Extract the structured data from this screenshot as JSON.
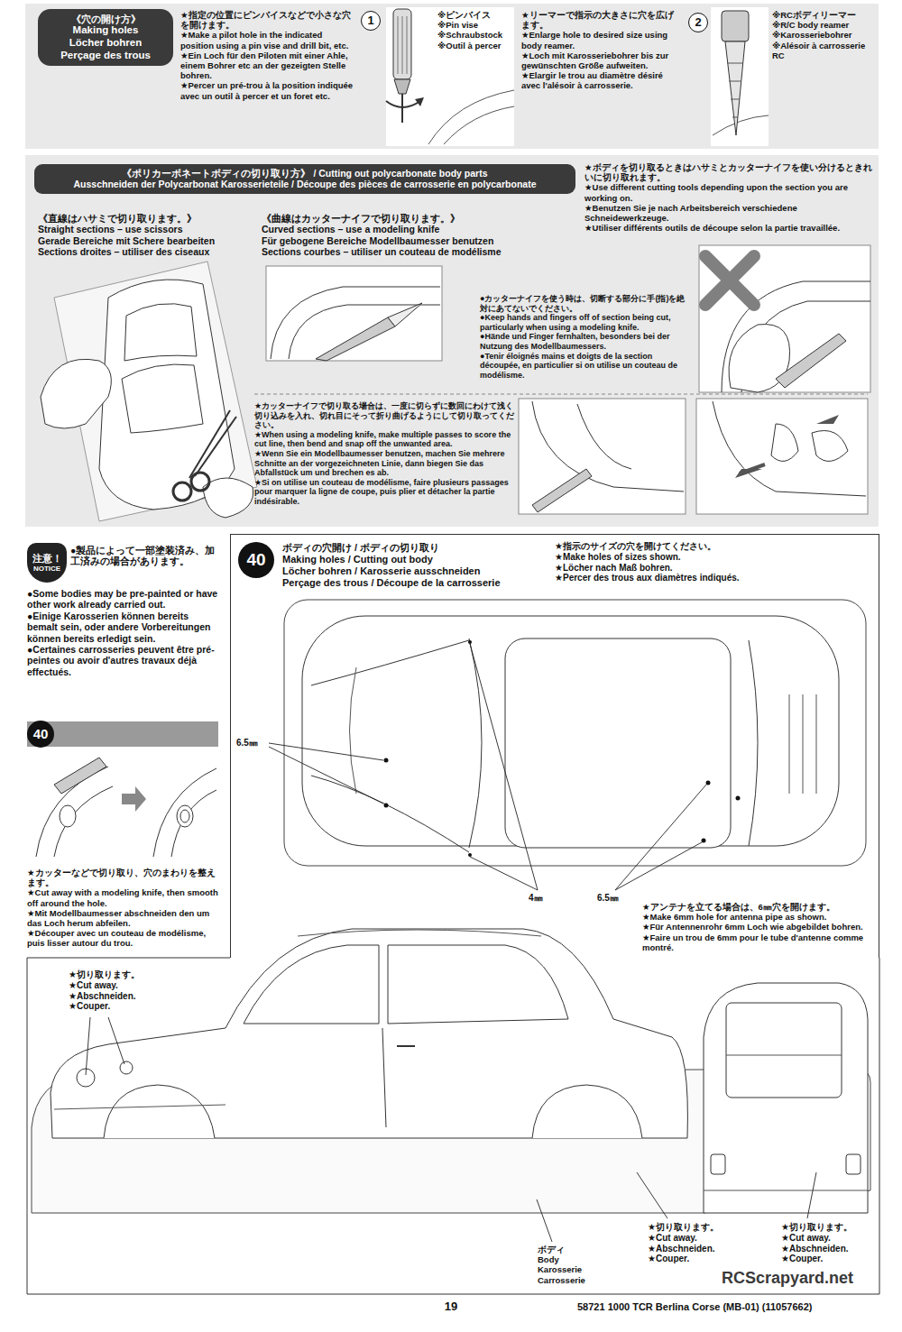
{
  "diagram": {
    "nodes": [
      {
        "text": [
          "《穴の開け方》",
          "Making holes",
          "Löcher bohren",
          "Perçage des trous"
        ]
      },
      {
        "text": [
          "1"
        ]
      },
      {
        "text": [
          "2"
        ]
      },
      {
        "text": [
          "《ポリカーボネートボディの切り取り方》 / Cutting out polycarbonate body parts",
          "Ausschneiden der Polycarbonat Karosserieteile / Découpe des pièces de carrosserie en polycarbonate"
        ]
      },
      {
        "text": [
          "注意！",
          "NOTICE"
        ]
      },
      {
        "text": [
          "40"
        ]
      },
      {
        "text": [
          "ボディの穴開け / ボディの切り取り",
          "Making holes / Cutting out body",
          "Löcher bohren / Karosserie ausschneiden",
          "Perçage des trous / Découpe de la carrosserie"
        ]
      },
      {
        "text": [
          "40"
        ],
        "in": 6
      }
    ],
    "labels": [
      "★指定の位置にピンバイスなどで小さな穴を開けます。",
      "★Make a pilot hole in the indicated position using a pin vise and drill bit, etc.",
      "★Ein Loch für den Piloten mit einer Ahle, einem Bohrer etc an der gezeigten Stelle bohren.",
      "★Percer un pré-trou à la position indiquée avec un outil à percer et un foret etc.",
      "※ピンバイス",
      "※Pin vise",
      "※Schraubstock",
      "※Outil à percer",
      "★リーマーで指示の大きさに穴を広げます。",
      "★Enlarge hole to desired size using body reamer.",
      "★Loch mit Karosseriebohrer bis zur gewünschten Größe aufweiten.",
      "★Elargir le trou au diamètre désiré avec l'alésoir à carrosserie.",
      "※RCボディリーマー",
      "※R/C body reamer",
      "※Karosseriebohrer",
      "※Alésoir à carrosserie RC",
      "★ボディを切り取るときはハサミとカッターナイフを使い分けるときれいに切り取れます。",
      "★Use different cutting tools depending upon the section you are working on.",
      "★Benutzen Sie je nach Arbeitsbereich verschiedene Schneidewerkzeuge.",
      "★Utiliser différents outils de découpe selon la partie travaillée.",
      "《直線はハサミで切り取ります。》",
      "Straight sections – use scissors",
      "Gerade Bereiche mit Schere bearbeiten",
      "Sections droites – utiliser des ciseaux",
      "《曲線はカッターナイフで切り取ります。》",
      "Curved sections – use a modeling knife",
      "Für gebogene Bereiche Modellbaumesser benutzen",
      "Sections courbes – utiliser un couteau de modélisme",
      "●カッターナイフを使う時は、切断する部分に手(指)を絶対にあてないでください。",
      "●Keep hands and fingers off of section being cut, particularly when using a modeling knife.",
      "●Hände und Finger fernhalten, besonders bei der Nutzung des Modellbaumessers.",
      "●Tenir éloignés mains et doigts de la section découpée, en particulier si on utilise un couteau de modélisme.",
      "★カッターナイフで切り取る場合は、一度に切らずに数回にわけて浅く切り込みを入れ、切れ目にそって折り曲げるようにして切り取ってください。",
      "★When using a modeling knife, make multiple passes to score the cut line, then bend and snap off the unwanted area.",
      "★Wenn Sie ein Modellbaumesser benutzen, machen Sie mehrere Schnitte an der vorgezeichneten Linie, dann biegen Sie das Abfallstück um und brechen es ab.",
      "★Si on utilise un couteau de modélisme, faire plusieurs passages pour marquer la ligne de coupe, puis plier et détacher la partie indésirable.",
      "●製品によって一部塗装済み、加工済みの場合があります。",
      "●Some bodies may be pre-painted or have other work already carried out.",
      "●Einige Karosserien können bereits bemalt sein, oder andere Vorbereitungen können bereits erledigt sein.",
      "●Certaines carrosseries peuvent être pré-peintes ou avoir d'autres travaux déjà effectués.",
      "★カッターなどで切り取り、穴のまわりを整えます。",
      "★Cut away with a modeling knife, then smooth off around the hole.",
      "★Mit Modellbaumesser abschneiden den um das Loch herum abfeilen.",
      "★Découper avec un couteau de modélisme, puis lisser autour du trou.",
      "★指示のサイズの穴を開けてください。",
      "★Make holes of sizes shown.",
      "★Löcher nach Maß bohren.",
      "★Percer des trous aux diamètres indiqués.",
      "6.5㎜",
      "4㎜",
      "6.5㎜",
      "★アンテナを立てる場合は、6㎜穴を開けます。",
      "★Make 6mm hole for antenna pipe as shown.",
      "★Für Antennenrohr 6mm Loch wie abgebildet bohren.",
      "★Faire un trou de 6mm pour le tube d'antenne comme montré.",
      "★切り取ります。",
      "★Cut away.",
      "★Abschneiden.",
      "★Couper.",
      "★切り取ります。",
      "★Cut away.",
      "★Abschneiden.",
      "★Couper.",
      "★切り取ります。",
      "★Cut away.",
      "★Abschneiden.",
      "★Couper.",
      "ボディ",
      "Body",
      "Karosserie",
      "Carrosserie",
      "19",
      "58721 1000 TCR Berlina Corse (MB-01) (11057662)",
      "RCScrapyard.net"
    ]
  }
}
